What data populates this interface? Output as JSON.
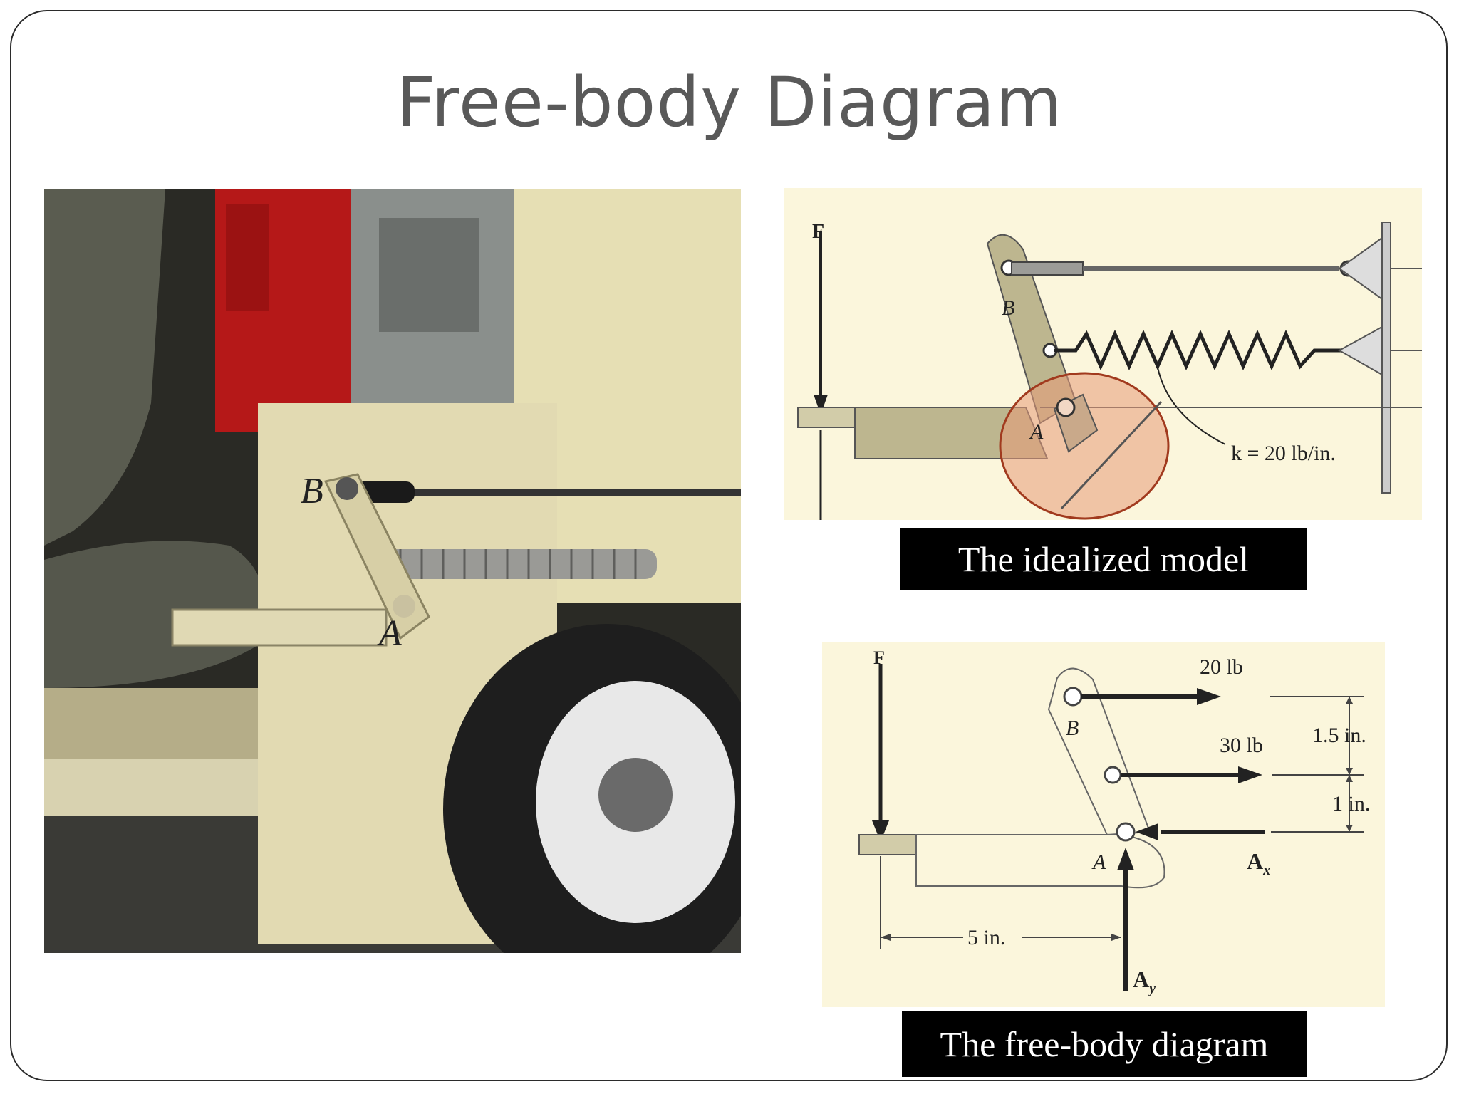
{
  "slide": {
    "title": "Free-body Diagram"
  },
  "photo": {
    "label_b": "B",
    "label_a": "A"
  },
  "idealized_model": {
    "caption": "The idealized model",
    "force_label": "F",
    "label_b": "B",
    "label_a": "A",
    "spring_label": "k = 20 lb/in."
  },
  "free_body_diagram": {
    "caption": "The free-body diagram",
    "force_label": "F",
    "label_b": "B",
    "label_a": "A",
    "force_20": "20 lb",
    "force_30": "30 lb",
    "dim_1_5": "1.5 in.",
    "dim_1": "1 in.",
    "dim_5": "5 in.",
    "reaction_x": "A",
    "reaction_x_sub": "x",
    "reaction_y": "A",
    "reaction_y_sub": "y"
  },
  "colors": {
    "diagram_bg": "#fbf6dc",
    "link": "#c9c3a0",
    "highlight": "#e89a78"
  }
}
